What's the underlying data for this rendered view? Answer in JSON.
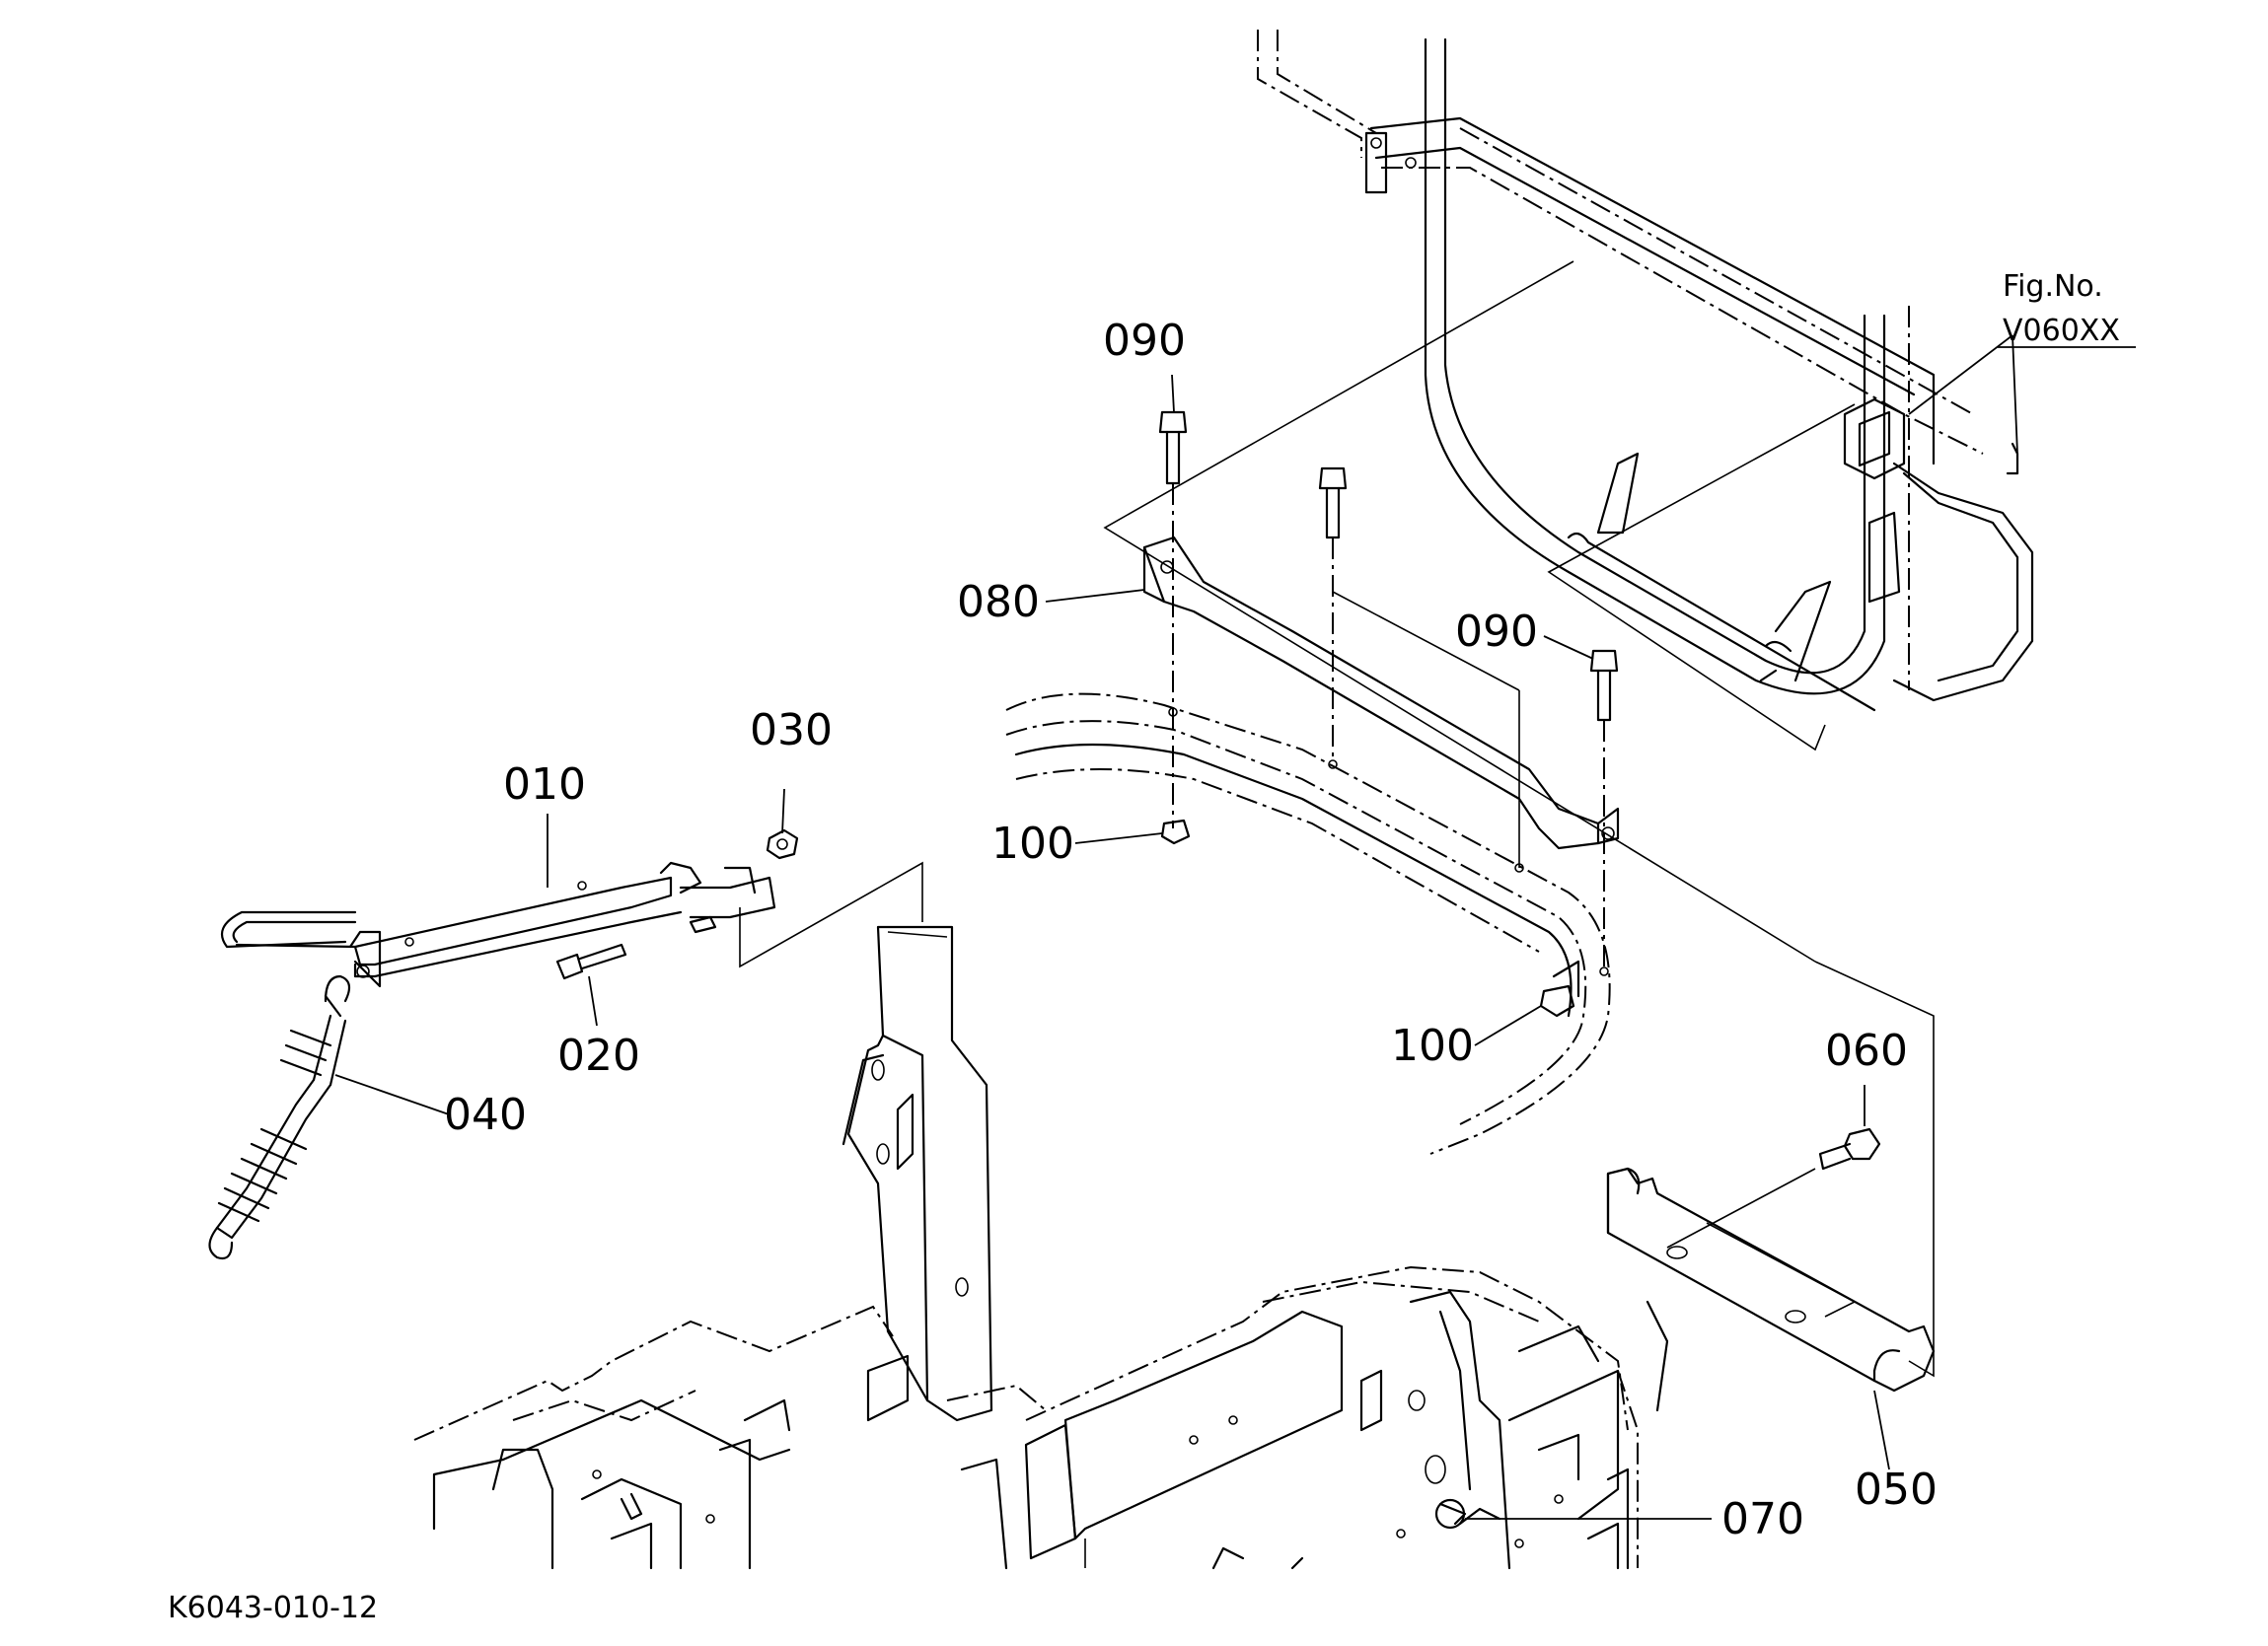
{
  "callouts": [
    {
      "id": "010",
      "label": "010"
    },
    {
      "id": "020",
      "label": "020"
    },
    {
      "id": "030",
      "label": "030"
    },
    {
      "id": "040",
      "label": "040"
    },
    {
      "id": "050",
      "label": "050"
    },
    {
      "id": "060",
      "label": "060"
    },
    {
      "id": "070",
      "label": "070"
    },
    {
      "id": "080",
      "label": "080"
    },
    {
      "id": "090a",
      "label": "090"
    },
    {
      "id": "090b",
      "label": "090"
    },
    {
      "id": "100a",
      "label": "100"
    },
    {
      "id": "100b",
      "label": "100"
    }
  ],
  "figure_reference": {
    "line1": "Fig.No.",
    "line2": "V060XX"
  },
  "drawing_code": "K6043-010-12"
}
